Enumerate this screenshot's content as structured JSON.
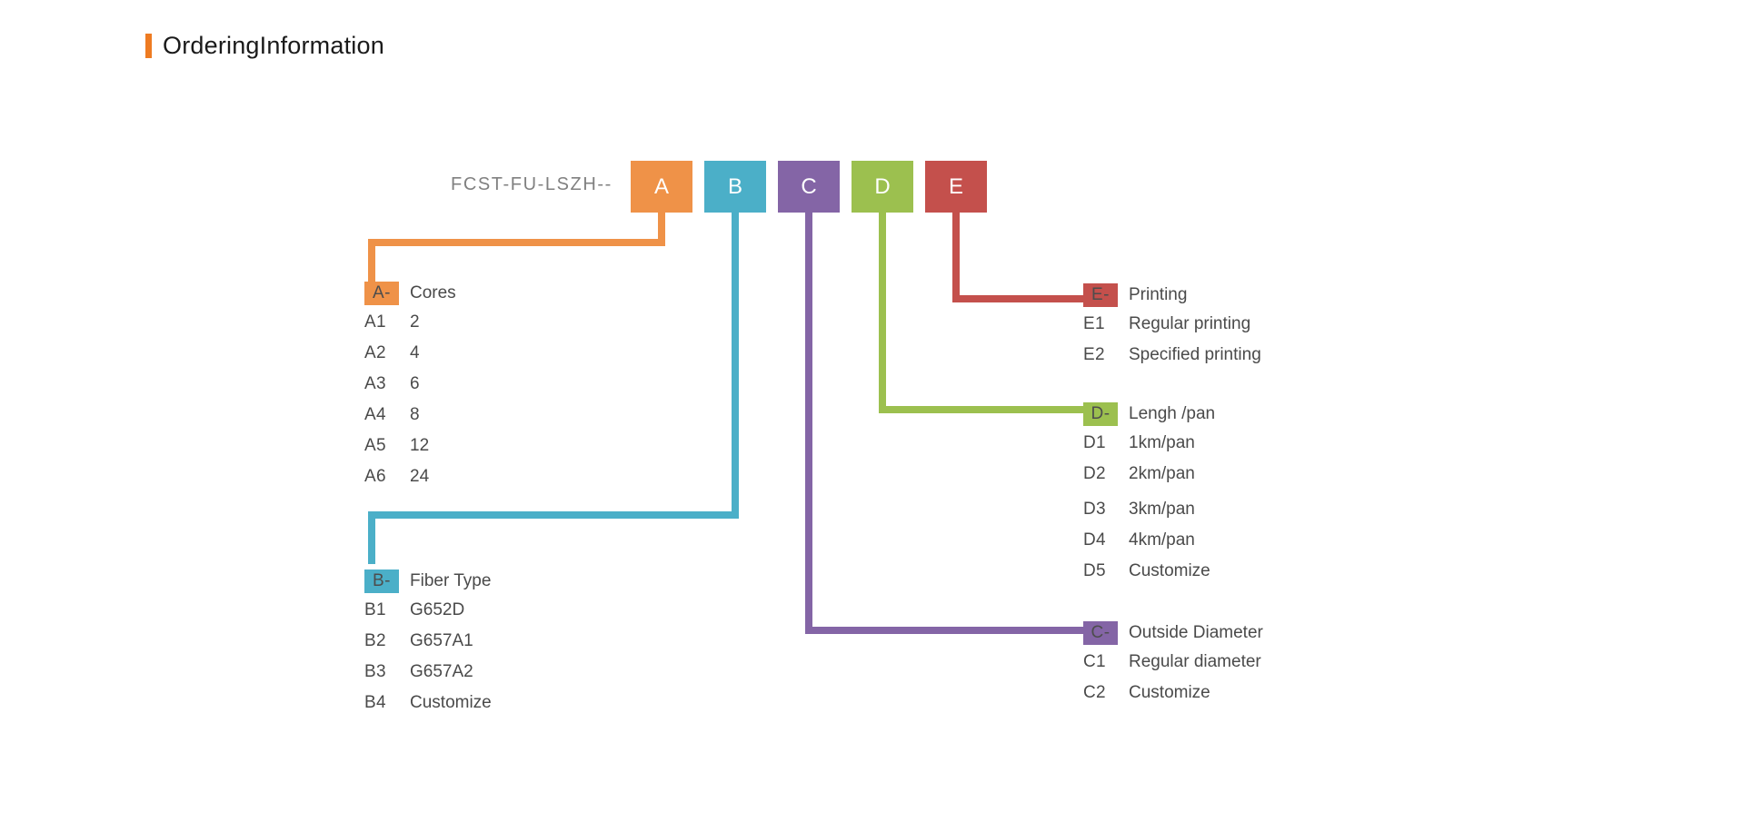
{
  "page": {
    "title": "OrderingInformation",
    "accent_color": "#EE7B22",
    "background": "#ffffff"
  },
  "code_line": {
    "prefix": "FCST-FU-LSZH--",
    "boxes": [
      {
        "letter": "A",
        "color": "#EF9248"
      },
      {
        "letter": "B",
        "color": "#4BAFC8"
      },
      {
        "letter": "C",
        "color": "#8465A6"
      },
      {
        "letter": "D",
        "color": "#9CC04F"
      },
      {
        "letter": "E",
        "color": "#C4504C"
      }
    ]
  },
  "groups": {
    "A": {
      "tag": "A-",
      "title": "Cores",
      "color": "#EF9248",
      "rows": [
        {
          "code": "A1",
          "value": "2"
        },
        {
          "code": "A2",
          "value": "4"
        },
        {
          "code": "A3",
          "value": "6"
        },
        {
          "code": "A4",
          "value": "8"
        },
        {
          "code": "A5",
          "value": "12"
        },
        {
          "code": "A6",
          "value": "24"
        }
      ]
    },
    "B": {
      "tag": "B-",
      "title": "Fiber Type",
      "color": "#4BAFC8",
      "rows": [
        {
          "code": "B1",
          "value": "G652D"
        },
        {
          "code": "B2",
          "value": "G657A1"
        },
        {
          "code": "B3",
          "value": "G657A2"
        },
        {
          "code": "B4",
          "value": "Customize"
        }
      ]
    },
    "C": {
      "tag": "C-",
      "title": "Outside Diameter",
      "color": "#8465A6",
      "rows": [
        {
          "code": "C1",
          "value": "Regular diameter"
        },
        {
          "code": "C2",
          "value": "Customize"
        }
      ]
    },
    "D": {
      "tag": "D-",
      "title": "Lengh /pan",
      "color": "#9CC04F",
      "rows": [
        {
          "code": "D1",
          "value": "1km/pan"
        },
        {
          "code": "D2",
          "value": "2km/pan"
        },
        {
          "code": "D3",
          "value": "3km/pan"
        },
        {
          "code": "D4",
          "value": "4km/pan"
        },
        {
          "code": "D5",
          "value": "Customize"
        }
      ]
    },
    "E": {
      "tag": "E-",
      "title": "Printing",
      "color": "#C4504C",
      "rows": [
        {
          "code": "E1",
          "value": "Regular printing"
        },
        {
          "code": "E2",
          "value": "Specified printing"
        }
      ]
    }
  }
}
